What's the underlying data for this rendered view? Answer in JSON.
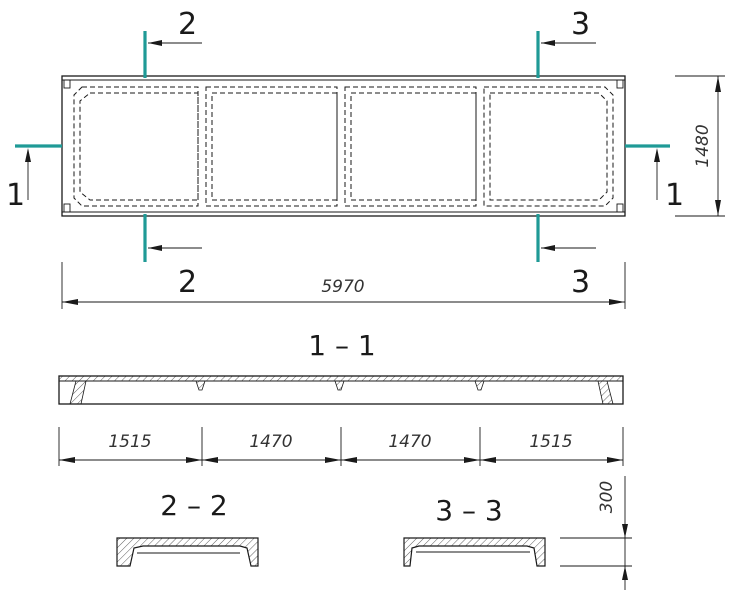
{
  "cut_marks": {
    "left_number": "1",
    "right_number": "1",
    "top_left_number": "2",
    "bottom_left_number": "2",
    "top_right_number": "3",
    "bottom_right_number": "3"
  },
  "dimensions": {
    "overall_length": "5970",
    "overall_width": "1480",
    "segment_1": "1515",
    "segment_2": "1470",
    "segment_3": "1470",
    "segment_4": "1515",
    "section_height": "300"
  },
  "sections": {
    "section_1": "1 – 1",
    "section_2": "2 – 2",
    "section_3": "3 – 3"
  },
  "colors": {
    "cut_line": "#1f9a96",
    "line": "#1a1a1a"
  }
}
